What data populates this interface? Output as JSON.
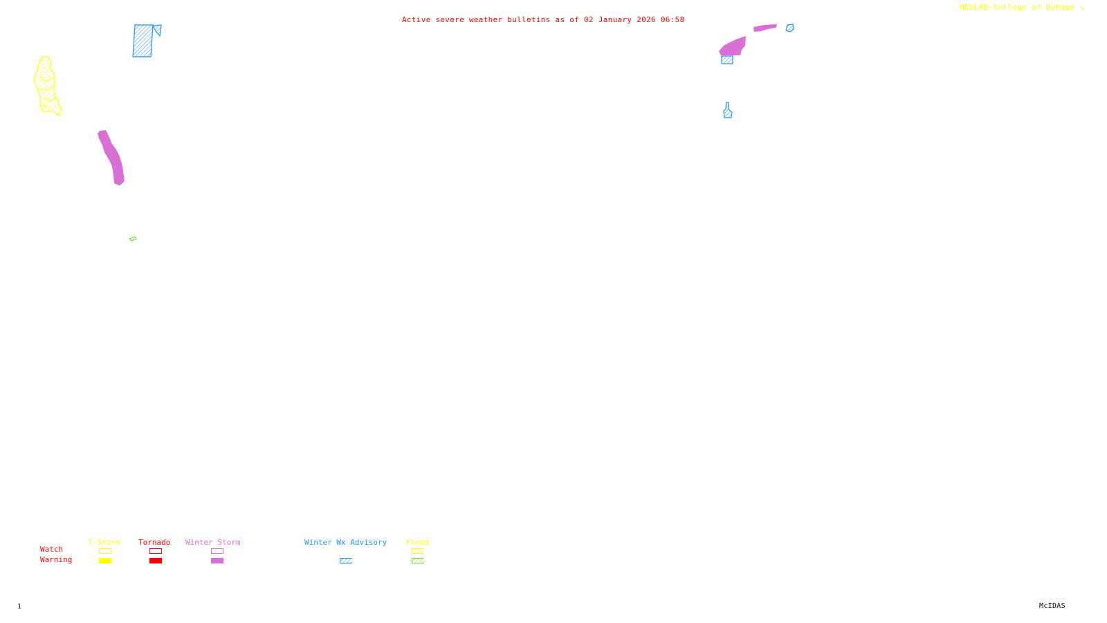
{
  "header": {
    "title": "Active severe weather bulletins as of 02 January 2026 06:58",
    "credit": "NEXLAB-College of DuPage",
    "credit_icon": "corner-arrow-icon"
  },
  "footer": {
    "frame_number": "1",
    "software": "McIDAS"
  },
  "colors": {
    "tstorm": "#ffff00",
    "tornado": "#ff0000",
    "winter_storm": "#da70d6",
    "winter_wx_advisory": "#1e90ff",
    "flood_watch": "#ffff00",
    "flood_warning": "#7cd628",
    "row_label": "#ff0000"
  },
  "legend": {
    "rows": {
      "watch": "Watch",
      "warning": "Warning"
    },
    "categories": [
      {
        "key": "tstorm",
        "label": "T-Storm",
        "watch_style": "outline",
        "warning_style": "solid"
      },
      {
        "key": "tornado",
        "label": "Tornado",
        "watch_style": "outline",
        "warning_style": "solid"
      },
      {
        "key": "winter_storm",
        "label": "Winter Storm",
        "watch_style": "outline",
        "warning_style": "solid"
      },
      {
        "key": "winter_wx_advisory",
        "label": "Winter Wx Advisory",
        "watch_style": "none",
        "warning_style": "hatched"
      },
      {
        "key": "flood",
        "label": "Flood",
        "watch_style": "hatched",
        "warning_style": "hatched"
      }
    ]
  },
  "alerts": [
    {
      "id": "tstorm-watch-west",
      "type": "T-Storm Watch (hatched)",
      "category": "tstorm"
    },
    {
      "id": "advisory-northwest",
      "type": "Winter Wx Advisory",
      "category": "winter_wx_advisory"
    },
    {
      "id": "winter-storm-warning-west",
      "type": "Winter Storm Warning",
      "category": "winter_storm"
    },
    {
      "id": "flood-warning-small",
      "type": "Flood Warning",
      "category": "flood_warning"
    },
    {
      "id": "winter-storm-warning-northeast",
      "type": "Winter Storm Warning",
      "category": "winter_storm"
    },
    {
      "id": "winter-storm-warning-northeast-2",
      "type": "Winter Storm Warning",
      "category": "winter_storm"
    },
    {
      "id": "advisory-northeast-1",
      "type": "Winter Wx Advisory",
      "category": "winter_wx_advisory"
    },
    {
      "id": "advisory-northeast-2",
      "type": "Winter Wx Advisory",
      "category": "winter_wx_advisory"
    },
    {
      "id": "advisory-northeast-3",
      "type": "Winter Wx Advisory",
      "category": "winter_wx_advisory"
    }
  ]
}
